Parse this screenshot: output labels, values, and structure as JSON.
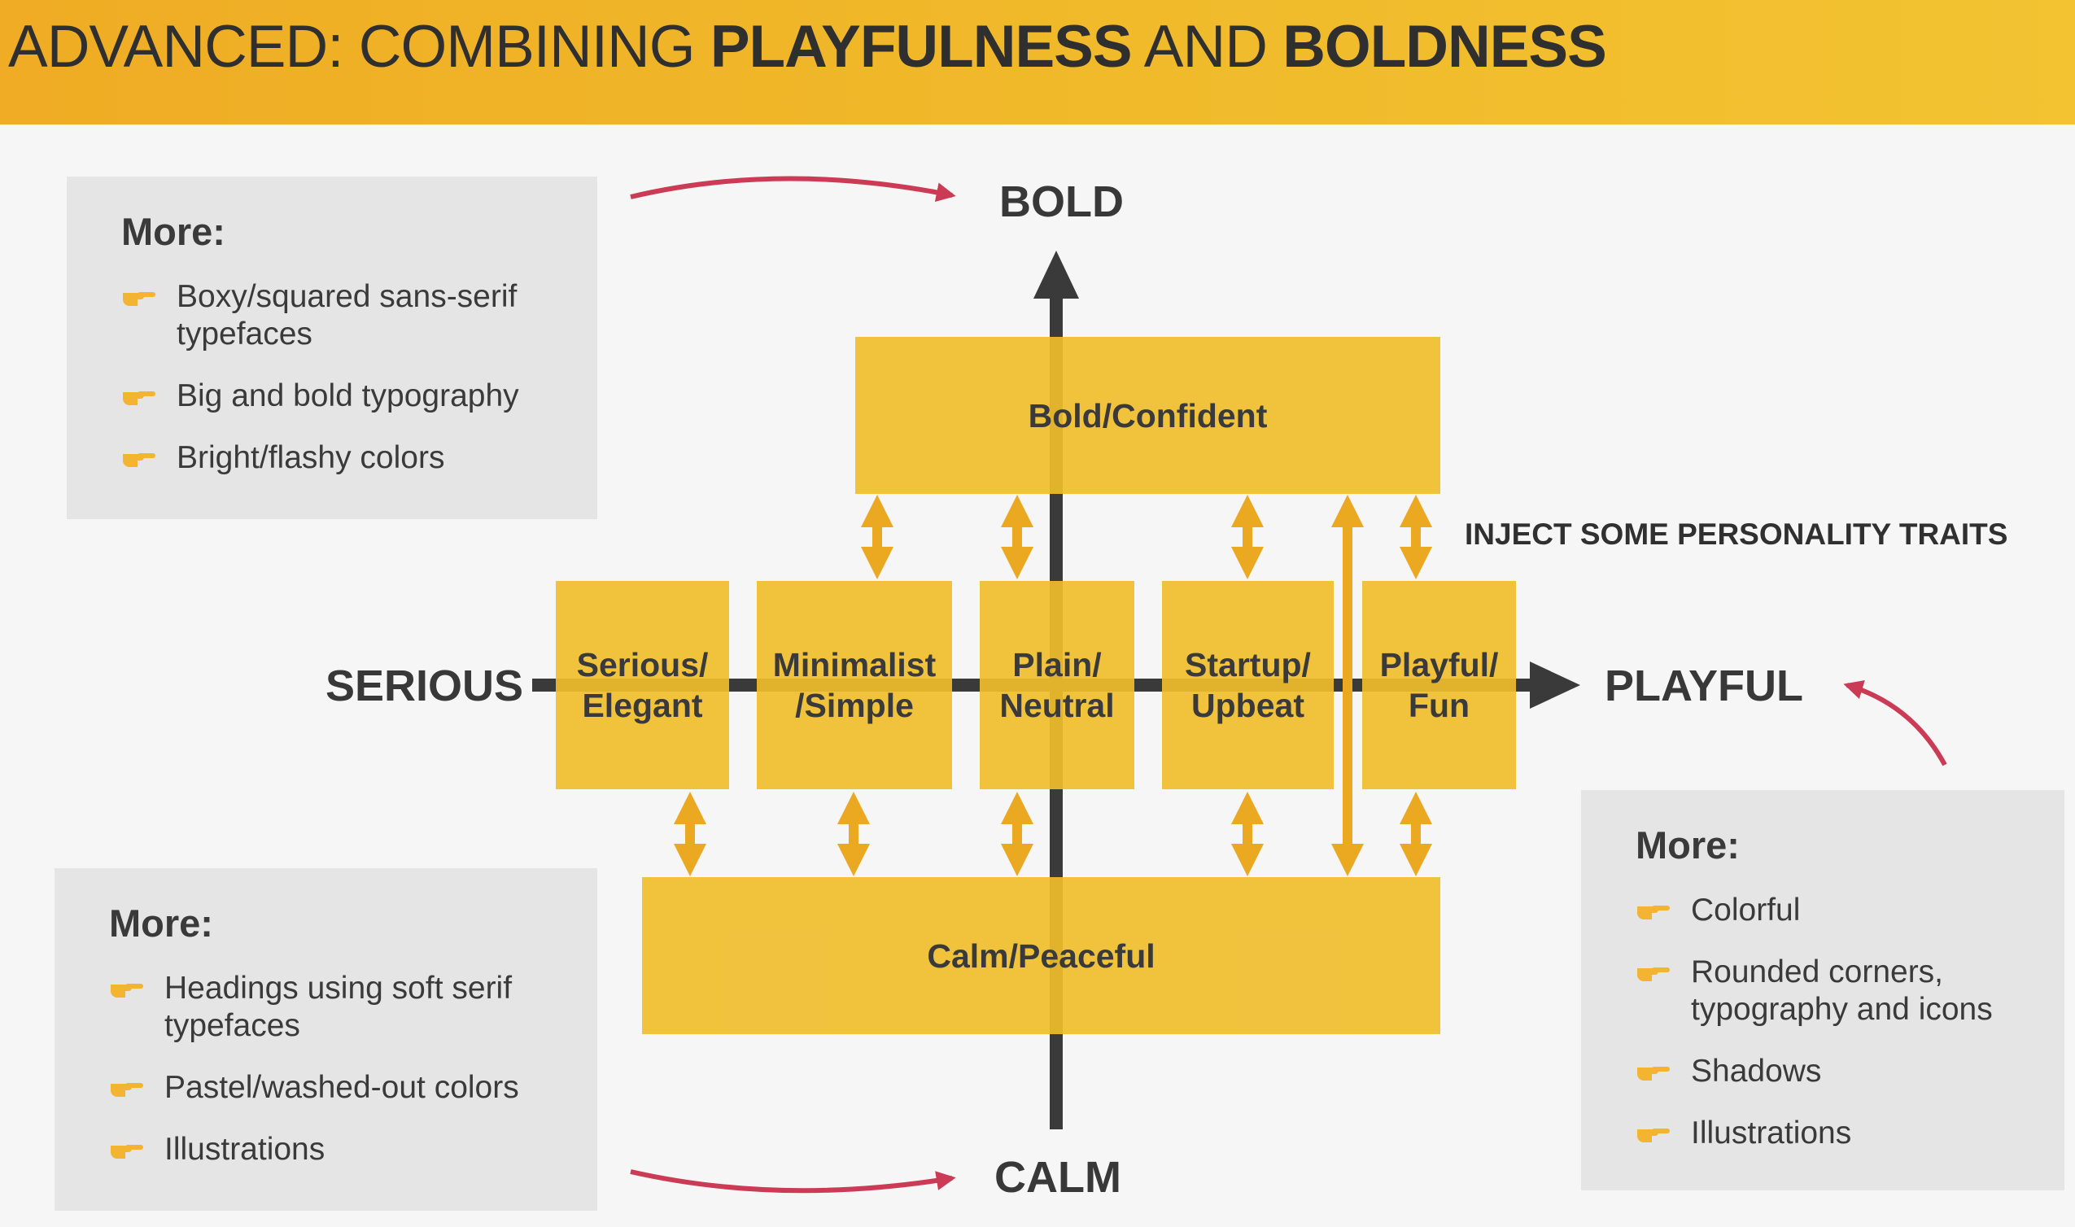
{
  "header": {
    "title_regular_1": "ADVANCED: COMBINING ",
    "title_bold_1": "PLAYFULNESS",
    "title_regular_2": " AND ",
    "title_bold_2": "BOLDNESS"
  },
  "axes": {
    "top": "BOLD",
    "bottom": "CALM",
    "left": "SERIOUS",
    "right": "PLAYFUL"
  },
  "boxes": {
    "bold_confident": "Bold/Confident",
    "calm_peaceful": "Calm/Peaceful",
    "serious_elegant": "Serious/\nElegant",
    "minimalist_simple": "Minimalist\n/Simple",
    "plain_neutral": "Plain/\nNeutral",
    "startup_upbeat": "Startup/\nUpbeat",
    "playful_fun": "Playful/\nFun"
  },
  "annotation": "INJECT SOME PERSONALITY TRAITS",
  "cards": {
    "bold": {
      "heading": "More:",
      "items": [
        "Boxy/squared sans-serif typefaces",
        "Big and bold typography",
        "Bright/flashy colors"
      ]
    },
    "calm": {
      "heading": "More:",
      "items": [
        "Headings using soft serif typefaces",
        "Pastel/washed-out colors",
        "Illustrations"
      ]
    },
    "playful": {
      "heading": "More:",
      "items": [
        "Colorful",
        "Rounded corners, typography and icons",
        "Shadows",
        "Illustrations"
      ]
    }
  },
  "colors": {
    "header_bg": "#f0b92a",
    "box_fill": "#f0be2d",
    "arrow_orange": "#eaa920",
    "axis": "#3a3a3a",
    "accent_red": "#cc3b55",
    "card_bg": "#e5e5e5"
  }
}
